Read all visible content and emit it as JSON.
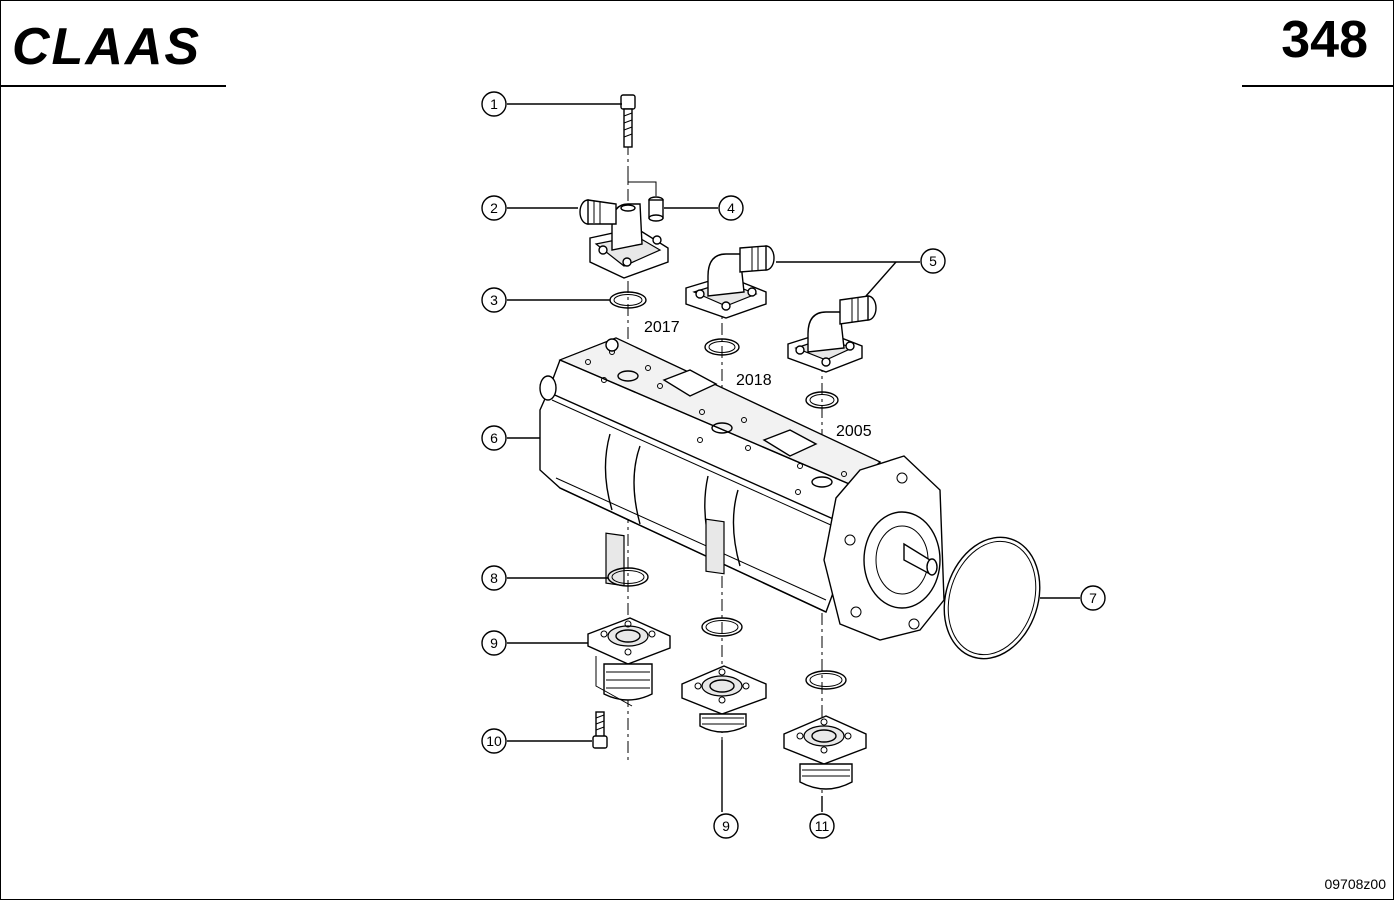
{
  "header": {
    "brand": "CLAAS",
    "page_number": "348"
  },
  "footer": {
    "drawing_id": "09708z00"
  },
  "callouts": [
    {
      "id": "c1",
      "label": "1"
    },
    {
      "id": "c2",
      "label": "2"
    },
    {
      "id": "c3",
      "label": "3"
    },
    {
      "id": "c4",
      "label": "4"
    },
    {
      "id": "c5",
      "label": "5"
    },
    {
      "id": "c6",
      "label": "6"
    },
    {
      "id": "c7",
      "label": "7"
    },
    {
      "id": "c8",
      "label": "8"
    },
    {
      "id": "c9a",
      "label": "9"
    },
    {
      "id": "c10",
      "label": "10"
    },
    {
      "id": "c9b",
      "label": "9"
    },
    {
      "id": "c11",
      "label": "11"
    }
  ],
  "codes": {
    "a": "2017",
    "b": "2018",
    "c": "2005"
  }
}
